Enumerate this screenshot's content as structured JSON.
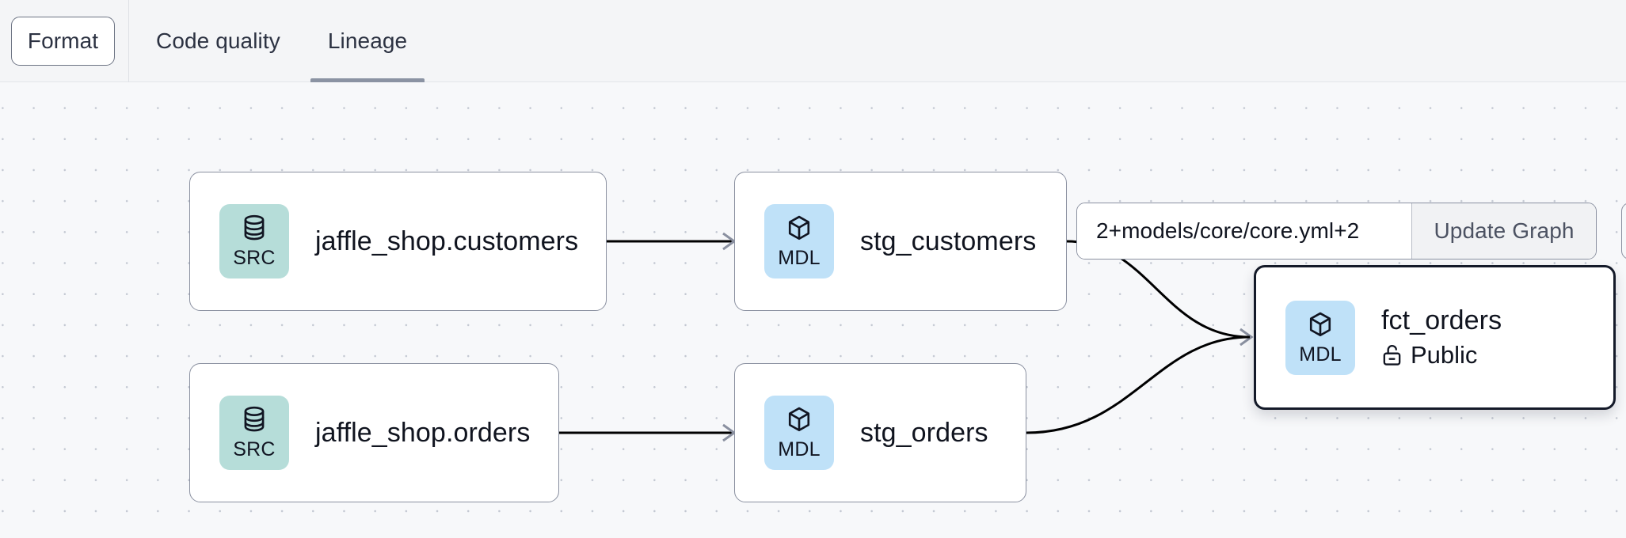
{
  "toolbar": {
    "format_label": "Format",
    "tabs": [
      {
        "label": "Code quality",
        "active": false
      },
      {
        "label": "Lineage",
        "active": true
      }
    ]
  },
  "graph_control": {
    "selector_value": "2+models/core/core.yml+2",
    "selector_placeholder": "2+models/core/core.yml+2",
    "update_label": "Update Graph"
  },
  "lineage": {
    "nodes": [
      {
        "id": "src-customers",
        "badge": "SRC",
        "badge_icon": "database-icon",
        "title": "jaffle_shop.customers",
        "subtitle": null,
        "selected": false
      },
      {
        "id": "stg-customers",
        "badge": "MDL",
        "badge_icon": "cube-icon",
        "title": "stg_customers",
        "subtitle": null,
        "selected": false
      },
      {
        "id": "src-orders",
        "badge": "SRC",
        "badge_icon": "database-icon",
        "title": "jaffle_shop.orders",
        "subtitle": null,
        "selected": false
      },
      {
        "id": "stg-orders",
        "badge": "MDL",
        "badge_icon": "cube-icon",
        "title": "stg_orders",
        "subtitle": null,
        "selected": false
      },
      {
        "id": "fct-orders",
        "badge": "MDL",
        "badge_icon": "cube-icon",
        "title": "fct_orders",
        "subtitle": "Public",
        "subtitle_icon": "unlock-icon",
        "selected": true
      }
    ]
  },
  "colors": {
    "canvas_background": "#f7f8fa",
    "toolbar_background": "#f4f5f7",
    "src_badge": "#b6ddd9",
    "mdl_badge": "#bfe1f8",
    "node_border": "#8a90a0",
    "node_border_selected": "#141a29",
    "tab_underline": "#8b93a3",
    "edge_stroke": "#000000",
    "text_primary": "#10141f"
  }
}
